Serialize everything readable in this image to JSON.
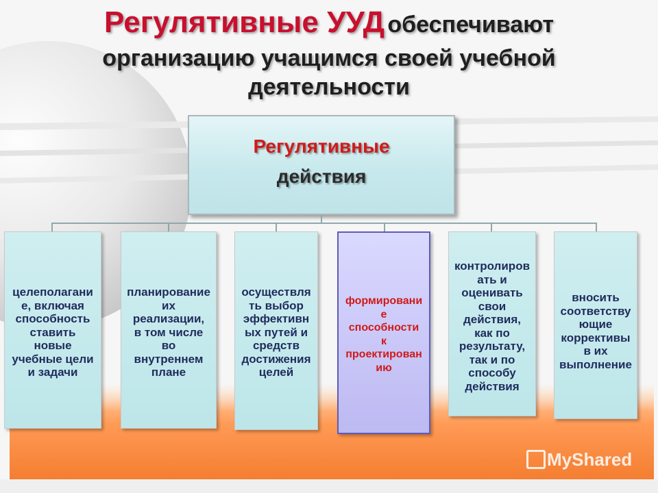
{
  "title": {
    "highlight": "Регулятивные УУД",
    "line1_rest": "обеспечивают",
    "line2": "организацию учащимся своей учебной",
    "line3": "деятельности"
  },
  "root": {
    "line1": "Регулятивные",
    "line2": "действия"
  },
  "cards": [
    {
      "lines": [
        "целеполагани",
        "е, включая",
        "способность",
        "ставить",
        "новые",
        "учебные цели",
        "и задачи"
      ]
    },
    {
      "lines": [
        "планирование",
        "их",
        "реализации,",
        "в том числе",
        "во",
        "внутреннем",
        "плане"
      ]
    },
    {
      "lines": [
        "осуществля",
        "ть выбор",
        "эффективн",
        "ых путей и",
        "средств",
        "достижения",
        "целей"
      ]
    },
    {
      "lines": [
        "формировани",
        "е",
        "способности",
        "к",
        "проектирован",
        "ию"
      ]
    },
    {
      "lines": [
        "контролиров",
        "ать и",
        "оценивать",
        "свои",
        "действия,",
        "как по",
        "результату,",
        "так и по",
        "способу",
        "действия"
      ]
    },
    {
      "lines": [
        "вносить",
        "соответству",
        "ющие",
        "коррективы",
        "в их",
        "выполнение"
      ]
    }
  ],
  "watermark": "MyShared",
  "colors": {
    "title_red": "#c8102e",
    "card_teal": "#c4e8eb",
    "card_purple": "#c8c5f7",
    "accent_orange": "#f37a2c"
  }
}
